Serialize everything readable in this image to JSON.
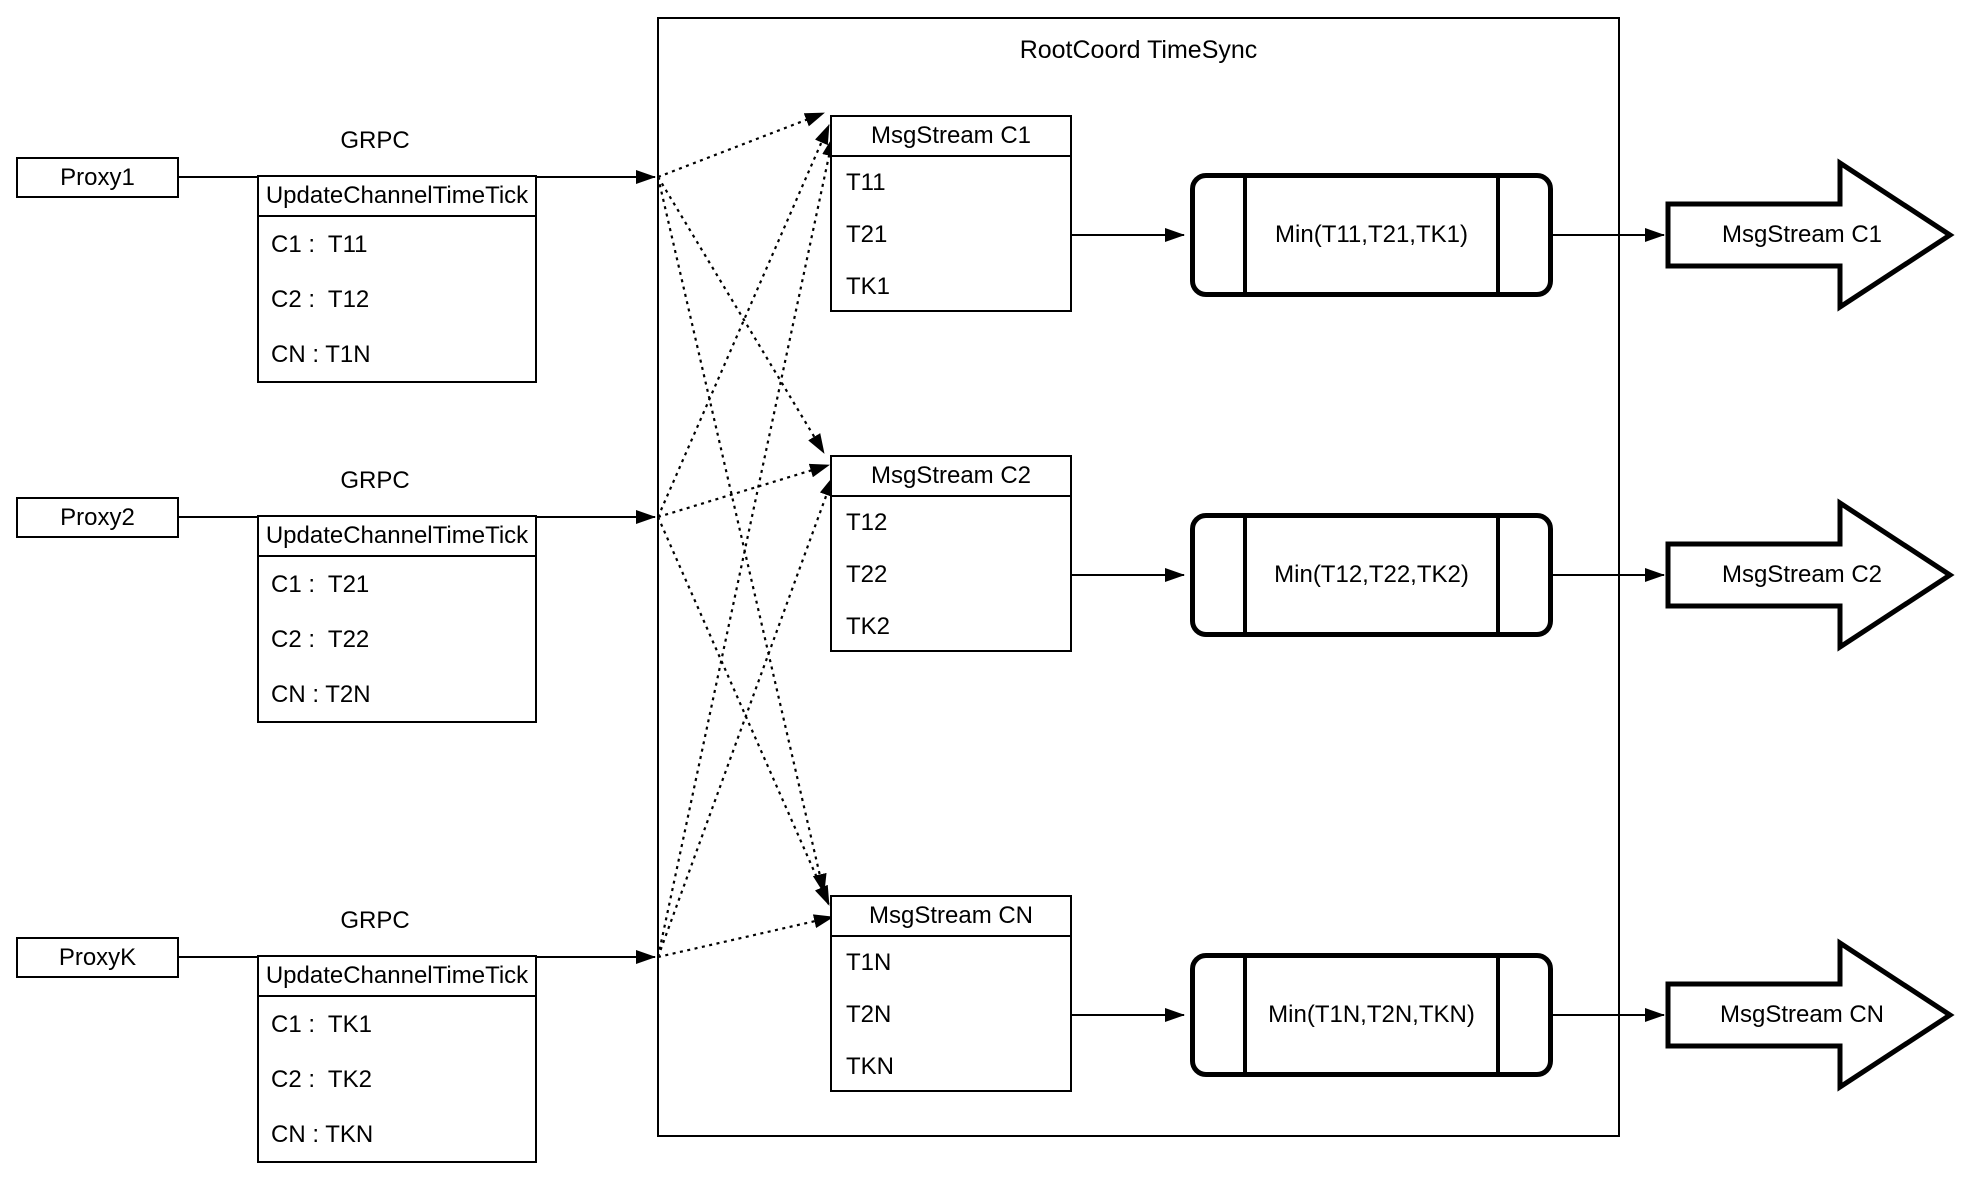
{
  "diagram": {
    "container_title": "RootCoord TimeSync",
    "rows": [
      {
        "proxy_label": "Proxy1",
        "grpc_label": "GRPC",
        "update_table": {
          "header": "UpdateChannelTimeTick",
          "rows": [
            "C1 :  T11",
            "C2 :  T12",
            "CN : T1N"
          ]
        },
        "stream_table": {
          "header": "MsgStream C1",
          "rows": [
            "T11",
            "T21",
            "TK1"
          ]
        },
        "min_label": "Min(T11,T21,TK1)",
        "output_arrow_label": "MsgStream C1"
      },
      {
        "proxy_label": "Proxy2",
        "grpc_label": "GRPC",
        "update_table": {
          "header": "UpdateChannelTimeTick",
          "rows": [
            "C1 :  T21",
            "C2 :  T22",
            "CN : T2N"
          ]
        },
        "stream_table": {
          "header": "MsgStream C2",
          "rows": [
            "T12",
            "T22",
            "TK2"
          ]
        },
        "min_label": "Min(T12,T22,TK2)",
        "output_arrow_label": "MsgStream C2"
      },
      {
        "proxy_label": "ProxyK",
        "grpc_label": "GRPC",
        "update_table": {
          "header": "UpdateChannelTimeTick",
          "rows": [
            "C1 :  TK1",
            "C2 :  TK2",
            "CN : TKN"
          ]
        },
        "stream_table": {
          "header": "MsgStream CN",
          "rows": [
            "T1N",
            "T2N",
            "TKN"
          ]
        },
        "min_label": "Min(T1N,T2N,TKN)",
        "output_arrow_label": "MsgStream CN"
      }
    ]
  },
  "colors": {
    "stroke": "#000000",
    "background": "#ffffff"
  }
}
